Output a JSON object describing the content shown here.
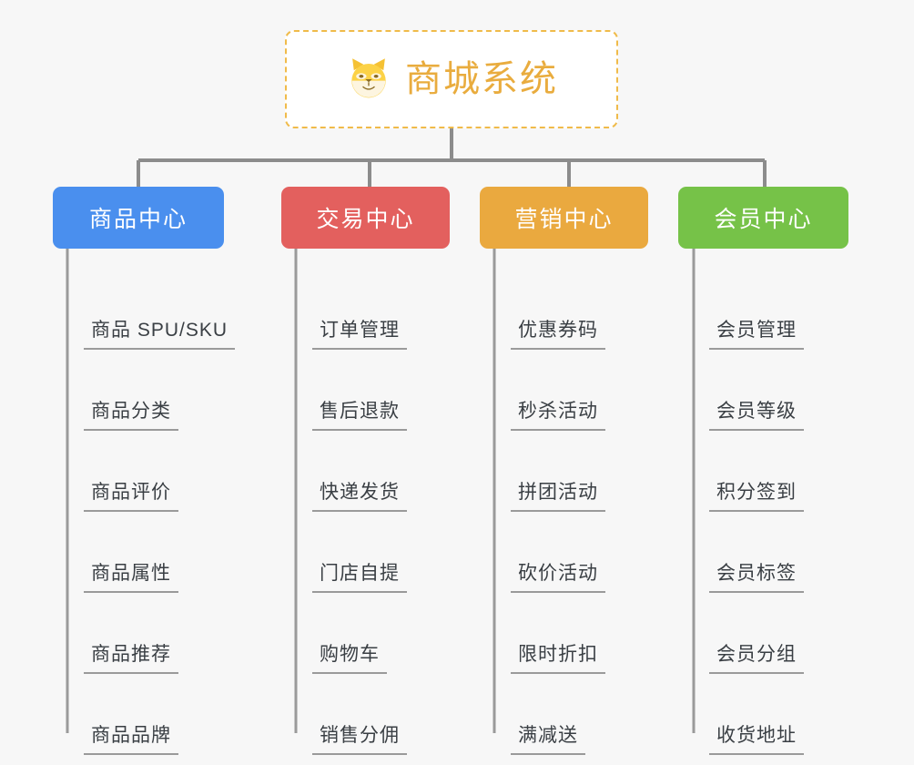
{
  "page": {
    "background_color": "#f7f7f7",
    "type": "organization-chart"
  },
  "root": {
    "title": "商城系统",
    "icon": "shiba-dog-face-emoji",
    "text_color": "#e9ac3e",
    "border_color": "#f0bb4a",
    "border_style": "dashed",
    "background_color": "#ffffff"
  },
  "connectors": {
    "color": "#8c8c8c",
    "spine_color": "#9a9a9a",
    "underline_color": "#9a9a9a"
  },
  "columns": [
    {
      "label": "商品中心",
      "color": "#4a8fee",
      "text_color": "#ffffff",
      "items": [
        "商品 SPU/SKU",
        "商品分类",
        "商品评价",
        "商品属性",
        "商品推荐",
        "商品品牌"
      ]
    },
    {
      "label": "交易中心",
      "color": "#e3605e",
      "text_color": "#ffffff",
      "items": [
        "订单管理",
        "售后退款",
        "快递发货",
        "门店自提",
        "购物车",
        "销售分佣"
      ]
    },
    {
      "label": "营销中心",
      "color": "#eaa93f",
      "text_color": "#ffffff",
      "items": [
        "优惠券码",
        "秒杀活动",
        "拼团活动",
        "砍价活动",
        "限时折扣",
        "满减送"
      ]
    },
    {
      "label": "会员中心",
      "color": "#76c248",
      "text_color": "#ffffff",
      "items": [
        "会员管理",
        "会员等级",
        "积分签到",
        "会员标签",
        "会员分组",
        "收货地址"
      ]
    }
  ]
}
